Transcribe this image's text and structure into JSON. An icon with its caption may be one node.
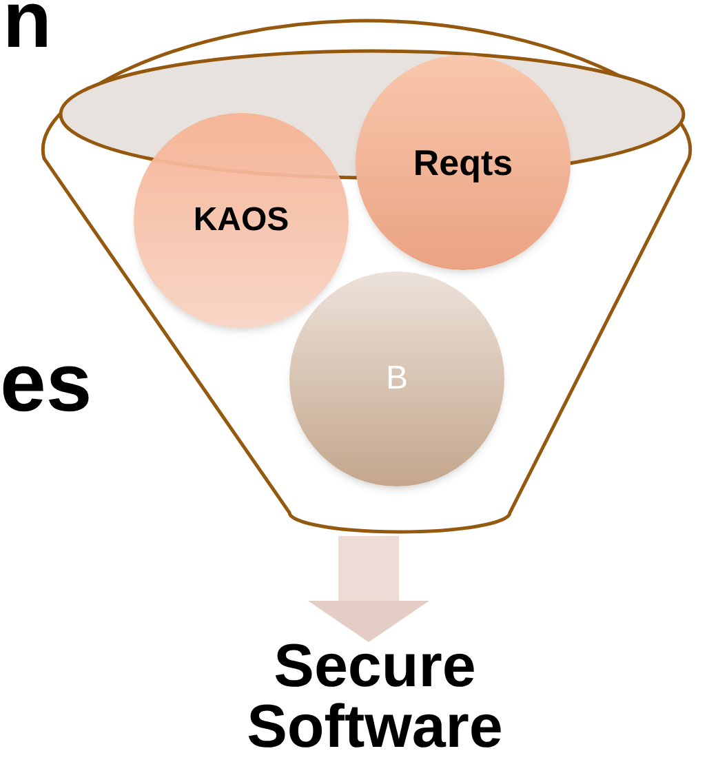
{
  "diagram": {
    "nodes": [
      {
        "text": [],
        "shape": "funnel"
      },
      {
        "text": [
          "Reqts"
        ],
        "in": 0
      },
      {
        "text": [
          "KAOS"
        ],
        "in": 0
      },
      {
        "text": [
          "B"
        ],
        "in": 0
      },
      {
        "text": [
          "Secure Software"
        ]
      }
    ],
    "edges": [
      {
        "from": 0,
        "to": 4,
        "arrow": "to"
      }
    ],
    "labels": [
      "n",
      "es"
    ]
  }
}
